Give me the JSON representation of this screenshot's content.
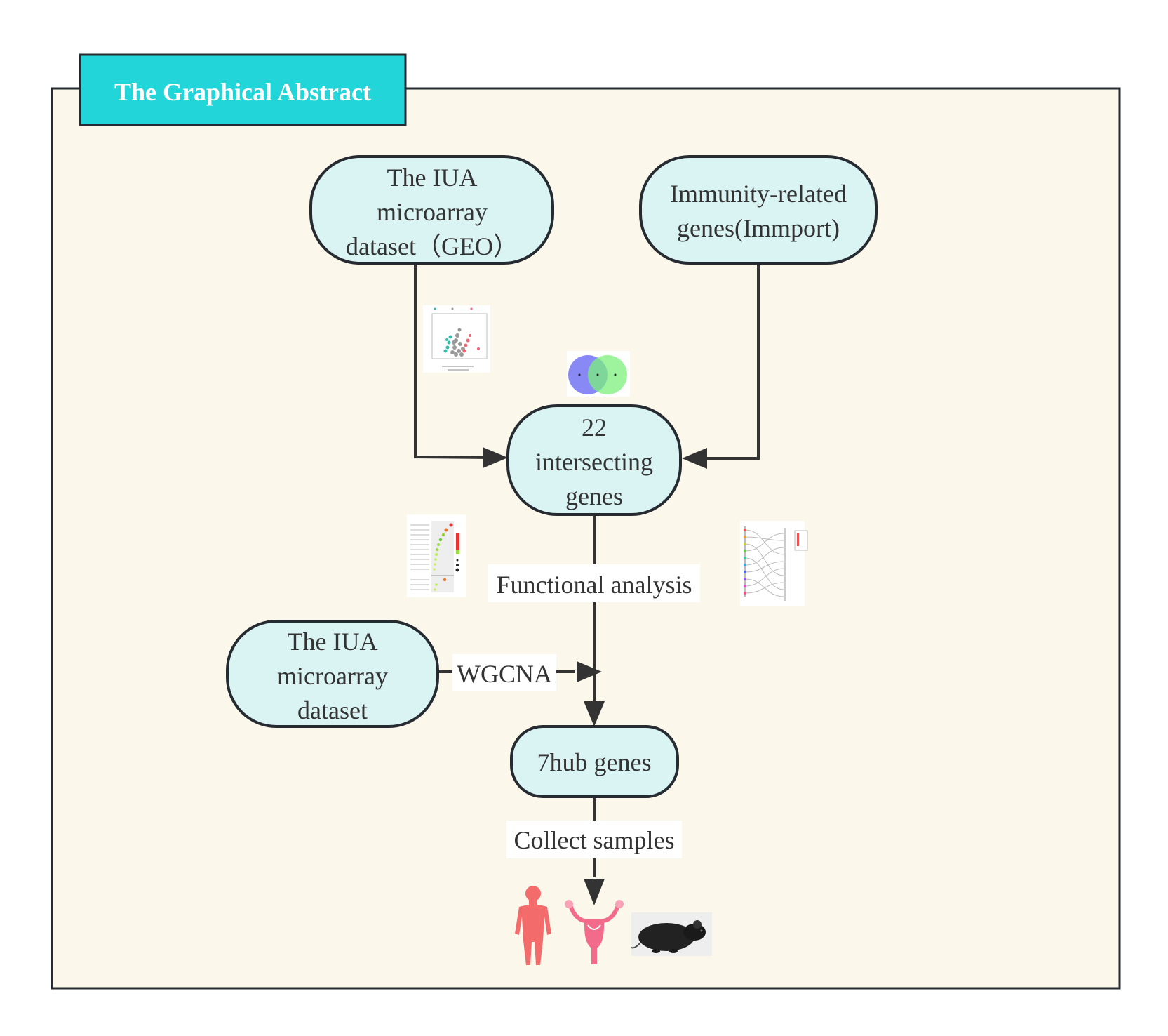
{
  "title": "The Graphical Abstract",
  "colors": {
    "panel_bg": "#fbf7ea",
    "panel_border": "#252b30",
    "title_bg": "#22d5d9",
    "node_fill": "#daf3f3",
    "node_border": "#252b30",
    "arrow": "#333333",
    "text": "#333333"
  },
  "nodes": {
    "geo_dataset": [
      "The IUA",
      "microarray",
      "dataset（GEO）"
    ],
    "immport_genes": [
      "Immunity-related",
      "genes(Immport)"
    ],
    "intersecting": [
      "22",
      "intersecting",
      "genes"
    ],
    "iua_dataset": [
      "The IUA",
      "microarray",
      "dataset"
    ],
    "hub_genes": [
      "7hub genes"
    ]
  },
  "edge_labels": {
    "functional": "Functional analysis",
    "wgcna": "WGCNA",
    "collect": "Collect samples"
  },
  "icons": [
    "volcano-plot-thumbnail",
    "venn-diagram-thumbnail",
    "go-dotplot-thumbnail",
    "sankey-plot-thumbnail",
    "human-body-icon",
    "uterus-icon",
    "mouse-photo"
  ]
}
